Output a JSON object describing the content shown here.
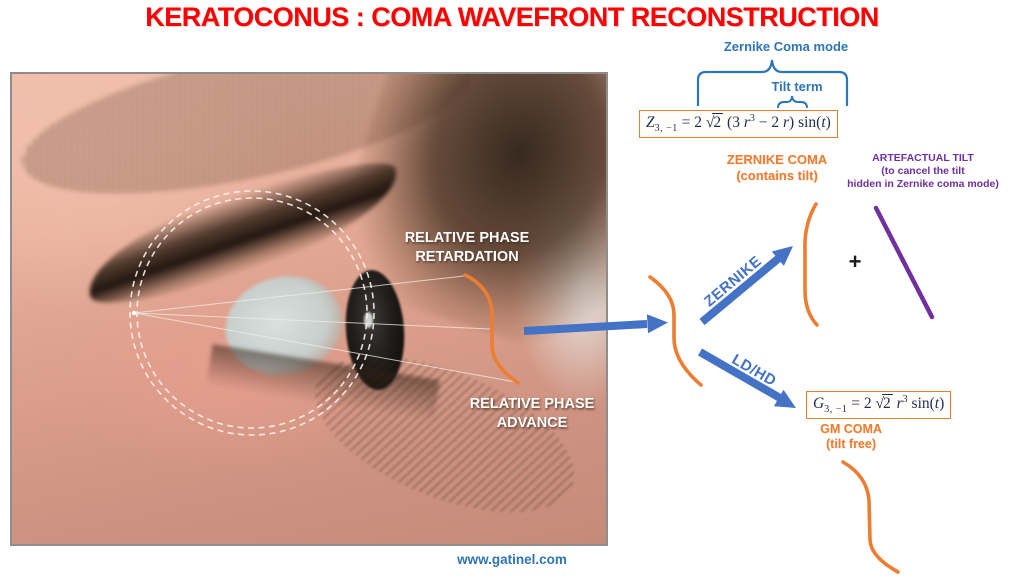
{
  "title": "KERATOCONUS : COMA WAVEFRONT RECONSTRUCTION",
  "colors": {
    "title_red": "#FE0000",
    "diagram_blue": "#2E75B6",
    "arrow_blue": "#4472C4",
    "accent_orange": "#ED7D31",
    "accent_purple": "#7030A0",
    "formula_ink": "#1C2D52",
    "photo_border_gray": "#8D8D8D"
  },
  "photo": {
    "labels": {
      "retardation_line1": "RELATIVE PHASE",
      "retardation_line2": "RETARDATION",
      "advance_line1": "RELATIVE PHASE",
      "advance_line2": "ADVANCE"
    },
    "overlay_icons": [
      "dashed-pupil-circle",
      "wavefront-ray-lines",
      "coma-wavefront-curve"
    ]
  },
  "diagram": {
    "zernike_mode_label": "Zernike Coma mode",
    "tilt_term_label": "Tilt term",
    "zernike_coma_label": "ZERNIKE COMA",
    "zernike_coma_sub": "(contains tilt)",
    "artefactual_tilt_label": "ARTEFACTUAL TILT",
    "artefactual_tilt_sub1": "(to cancel the tilt",
    "artefactual_tilt_sub2": "hidden in Zernike coma  mode)",
    "gm_coma_label": "GM COMA",
    "gm_coma_sub": "(tilt free)",
    "plus_sign": "+",
    "arrow_zernike_label": "ZERNIKE",
    "arrow_ldhd_label": "LD/HD",
    "formula_zernike": {
      "sym": "Z",
      "sub": "3, −1",
      "pre": " = 2 ",
      "sqrt": "√",
      "radicand": "2",
      "t1": " (3 ",
      "v1": "r",
      "exp": "3",
      "t2": " − 2 ",
      "v2": "r",
      "t3": ") sin(",
      "v3": "t",
      "t4": ")"
    },
    "formula_gm": {
      "sym": "G",
      "sub": "3, −1",
      "pre": " = 2 ",
      "sqrt": "√",
      "radicand": "2",
      "t1": " ",
      "v1": "r",
      "exp": "3",
      "t3": " sin(",
      "v3": "t",
      "t4": ")"
    }
  },
  "footer": {
    "website": "www.gatinel.com"
  }
}
